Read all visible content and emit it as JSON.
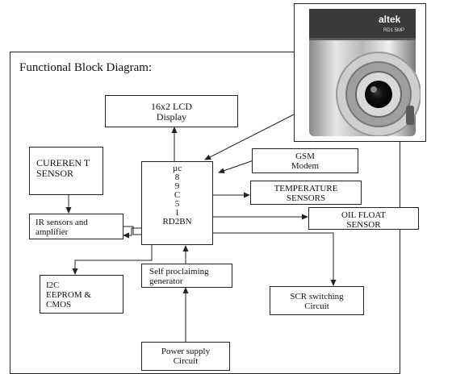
{
  "diagram": {
    "title": "Functional Block Diagram:",
    "blocks": {
      "lcd": [
        "16x2 LCD",
        "Display"
      ],
      "current_sensor": [
        "CUREREN T",
        "SENSOR"
      ],
      "mcu": [
        "µc",
        "8",
        "9",
        "C",
        "5",
        "1",
        "RD2BN"
      ],
      "gsm": [
        "GSM",
        "Modem"
      ],
      "temperature": [
        "TEMPERATURE",
        "SENSORS"
      ],
      "oil_float": [
        "OIL FLOAT",
        "SENSOR"
      ],
      "ir_sensors": [
        "IR sensors and",
        "amplifier"
      ],
      "i2c": [
        "I2C",
        "EEPROM &",
        "CMOS"
      ],
      "self_proclaiming": [
        "Self proclaiming",
        "generator"
      ],
      "scr": [
        "SCR switching",
        "Circuit"
      ],
      "power": [
        "Power supply",
        "Circuit"
      ]
    }
  },
  "photo": {
    "brand": "altek",
    "model": "RD1 5MP",
    "icon": "camera-photo"
  }
}
